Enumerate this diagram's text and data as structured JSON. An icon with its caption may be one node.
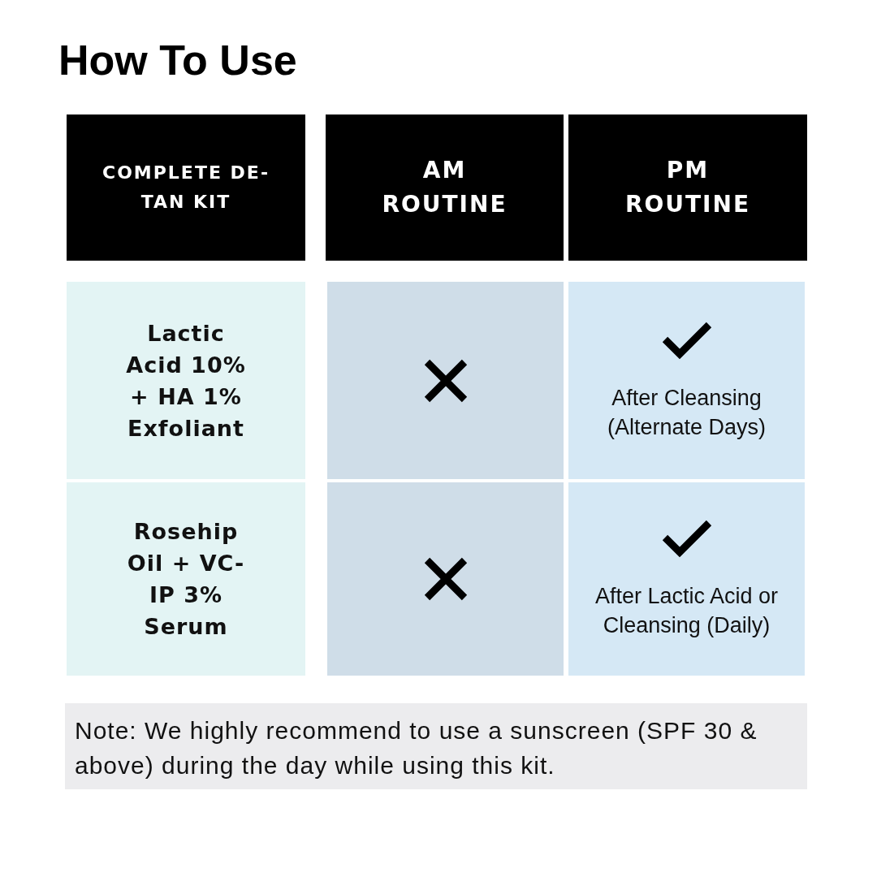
{
  "diagram": {
    "title": "How To Use",
    "labels": [
      "COMPLETE DE-TAN KIT",
      "AM ROUTINE",
      "PM ROUTINE",
      "Lactic Acid 10% + HA 1% Exfoliant",
      "After Cleansing (Alternate Days)",
      "Rosehip Oil + VC-IP 3% Serum",
      "After Lactic Acid or Cleansing (Daily)",
      "Note: We highly recommend to use a sunscreen (SPF 30 & above) during the day while using this kit."
    ]
  }
}
